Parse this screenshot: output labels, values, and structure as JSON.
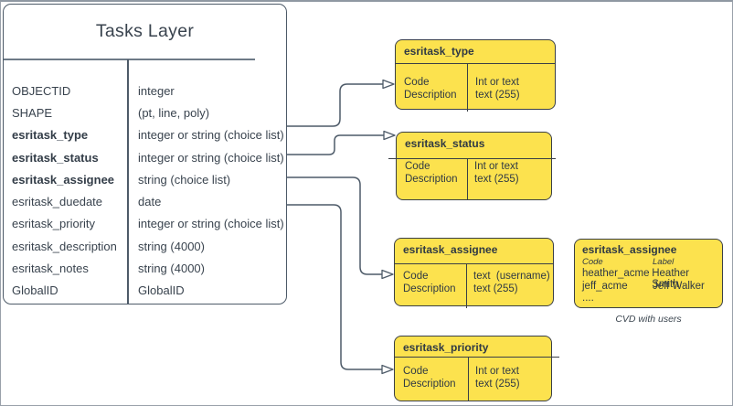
{
  "colors": {
    "box_fill_yellow": "#fce24e",
    "box_border": "#3a3f46",
    "table_border": "#4d5a68",
    "connector": "#4d5a68",
    "text": "#39434e"
  },
  "main_table": {
    "title": "Tasks Layer",
    "rows": [
      {
        "name": "OBJECTID",
        "type": "integer",
        "bold": false
      },
      {
        "name": "SHAPE",
        "type": "(pt, line, poly)",
        "bold": false
      },
      {
        "name": "esritask_type",
        "type": "integer or string (choice list)",
        "bold": true
      },
      {
        "name": "esritask_status",
        "type": "integer or string (choice list)",
        "bold": true
      },
      {
        "name": "esritask_assignee",
        "type": "string (choice list)",
        "bold": true
      },
      {
        "name": "esritask_duedate",
        "type": "date",
        "bold": false
      },
      {
        "name": "esritask_priority",
        "type": "integer or string (choice list)",
        "bold": false
      },
      {
        "name": "esritask_description",
        "type": "string (4000)",
        "bold": false
      },
      {
        "name": "esritask_notes",
        "type": "string (4000)",
        "bold": false
      },
      {
        "name": "GlobalID",
        "type": "GlobalID",
        "bold": false
      }
    ]
  },
  "domain_boxes": [
    {
      "title": "esritask_type",
      "left_col": "Code\nDescription",
      "right_col": "Int or text\ntext (255)"
    },
    {
      "title": "esritask_status",
      "left_col": "Code\nDescription",
      "right_col": "Int or text\ntext (255)"
    },
    {
      "title": "esritask_assignee",
      "left_col": "Code\nDescription",
      "right_col": "text  (username)\ntext (255)"
    },
    {
      "title": "esritask_priority",
      "left_col": "Code\nDescription",
      "right_col": "Int or text\ntext (255)"
    }
  ],
  "cvd_box": {
    "title": "esritask_assignee",
    "col_headers": [
      "Code",
      "Label"
    ],
    "rows": [
      {
        "code": "heather_acme",
        "label": "Heather Smith"
      },
      {
        "code": "jeff_acme",
        "label": "Jeff Walker"
      },
      {
        "code": "....",
        "label": ""
      }
    ],
    "caption": "CVD with users"
  }
}
